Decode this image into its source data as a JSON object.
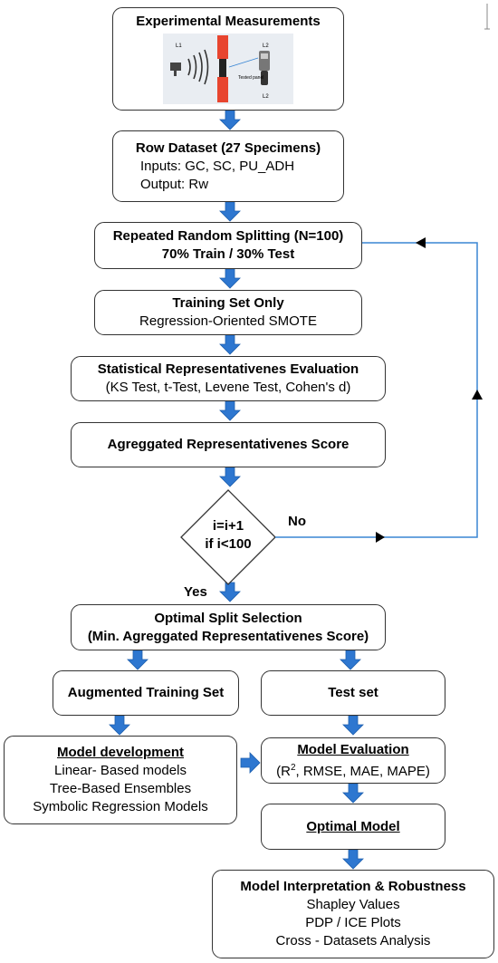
{
  "boxes": {
    "experimental": {
      "title": "Experimental Measurements"
    },
    "dataset": {
      "title": "Row Dataset (27 Specimens)",
      "inputs": "Inputs:  GC, SC,  PU_ADH",
      "output": "Output: Rw"
    },
    "splitting": {
      "title": "Repeated Random Splitting  (N=100)",
      "subtitle": "70% Train / 30% Test"
    },
    "training_only": {
      "title": "Training Set Only",
      "subtitle": "Regression-Oriented SMOTE"
    },
    "statistical": {
      "title": "Statistical Representativenes Evaluation",
      "subtitle": "(KS Test, t-Test, Levene Test, Cohen's d)"
    },
    "aggregated": {
      "title": "Agreggated Representativenes Score"
    },
    "decision": {
      "line1": "i=i+1",
      "line2": "if  i<100",
      "no": "No",
      "yes": "Yes"
    },
    "optimal_split": {
      "title": "Optimal Split Selection",
      "subtitle": "(Min. Agreggated Representativenes Score)"
    },
    "augmented": {
      "title": "Augmented Training Set"
    },
    "test_set": {
      "title": "Test set"
    },
    "model_dev": {
      "title": "Model development",
      "items": [
        "Linear- Based models",
        "Tree-Based Ensembles",
        "Symbolic Regression Models"
      ]
    },
    "model_eval": {
      "title": "Model Evaluation",
      "metrics_pre": "(R",
      "metrics_sup": "2",
      "metrics_post": ", RMSE, MAE, MAPE)"
    },
    "optimal_model": {
      "title": "Optimal Model"
    },
    "interpretation": {
      "title": "Model Interpretation & Robustness",
      "items": [
        "Shapley Values",
        "PDP / ICE Plots",
        "Cross - Datasets Analysis"
      ]
    }
  },
  "illustration": {
    "source_label": "L1",
    "meter_label": "L2",
    "panel_label": "Tested panel",
    "bottom_label": "L2"
  },
  "colors": {
    "arrow": "#2e77d0",
    "loop": "#3a86d4",
    "panel": "#e8452f"
  }
}
